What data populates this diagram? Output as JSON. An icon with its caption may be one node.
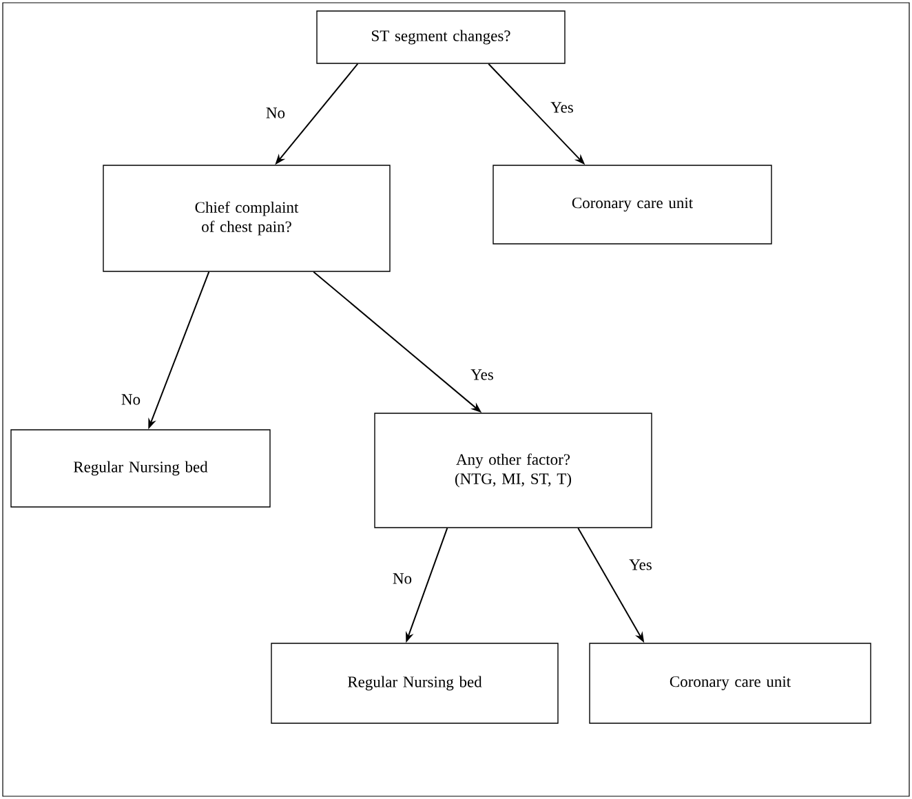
{
  "diagram": {
    "nodes": [
      {
        "text": [
          "ST segment changes?"
        ]
      },
      {
        "text": [
          "Chief complaint of chest pain?"
        ]
      },
      {
        "text": [
          "Coronary care unit"
        ]
      },
      {
        "text": [
          "Regular Nursing bed"
        ]
      },
      {
        "text": [
          "Any other factor? (NTG, MI, ST, T)"
        ]
      },
      {
        "text": [
          "Regular Nursing bed"
        ]
      },
      {
        "text": [
          "Coronary care unit"
        ]
      }
    ],
    "edges": [
      {
        "from": 0,
        "to": 1,
        "arrow": "to",
        "label": "No"
      },
      {
        "from": 0,
        "to": 2,
        "arrow": "to",
        "label": "Yes"
      },
      {
        "from": 1,
        "to": 3,
        "arrow": "to",
        "label": "No"
      },
      {
        "from": 1,
        "to": 4,
        "arrow": "to",
        "label": "Yes"
      },
      {
        "from": 4,
        "to": 5,
        "arrow": "to",
        "label": "No"
      },
      {
        "from": 4,
        "to": 6,
        "arrow": "to",
        "label": "Yes"
      }
    ]
  }
}
